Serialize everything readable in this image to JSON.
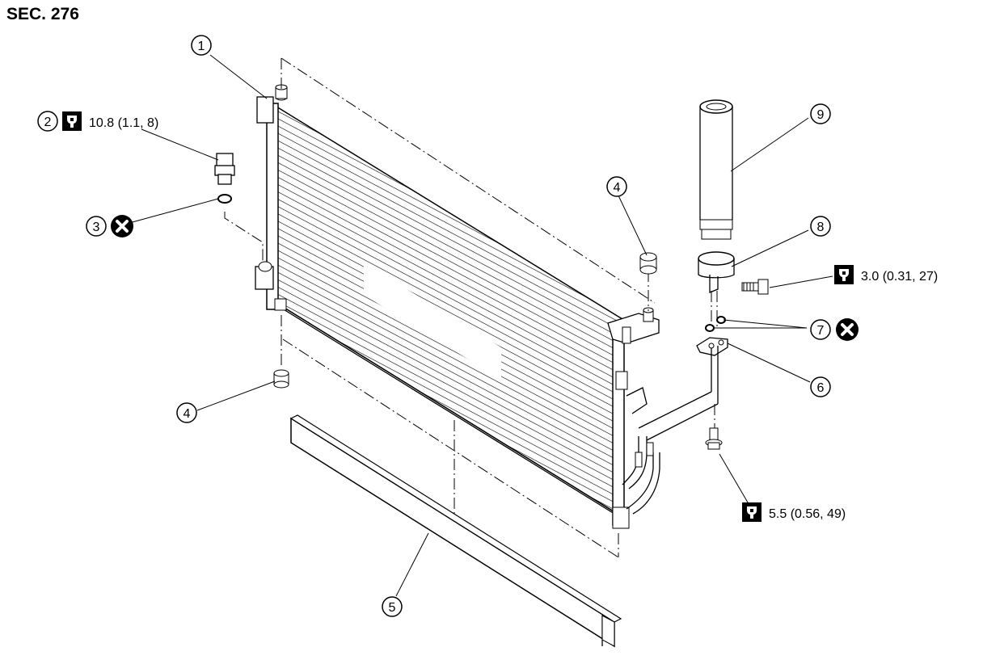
{
  "section": {
    "label": "SEC. 276"
  },
  "callouts": [
    {
      "id": "c1",
      "number": "1"
    },
    {
      "id": "c2",
      "number": "2"
    },
    {
      "id": "c3",
      "number": "3"
    },
    {
      "id": "c4a",
      "number": "4"
    },
    {
      "id": "c4b",
      "number": "4"
    },
    {
      "id": "c5",
      "number": "5"
    },
    {
      "id": "c6",
      "number": "6"
    },
    {
      "id": "c7",
      "number": "7"
    },
    {
      "id": "c8",
      "number": "8"
    },
    {
      "id": "c9",
      "number": "9"
    }
  ],
  "torque_specs": [
    {
      "id": "t2",
      "text": "10.8 (1.1, 8)"
    },
    {
      "id": "t8",
      "text": "3.0 (0.31, 27)"
    },
    {
      "id": "t6",
      "text": "5.5 (0.56, 49)"
    }
  ],
  "symbols": {
    "torque_icon": "wrench-torque-icon",
    "replace_icon": "do-not-reuse-x-icon"
  }
}
